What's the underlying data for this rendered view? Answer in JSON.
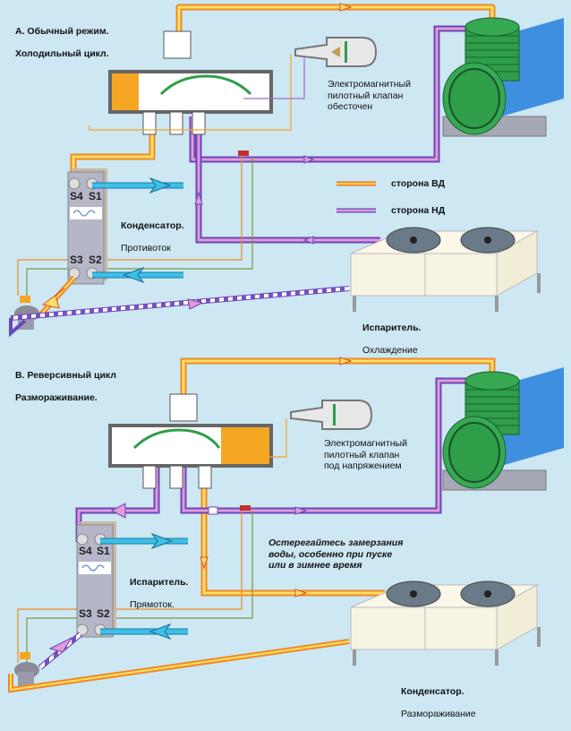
{
  "colors": {
    "background": "#cde7f3",
    "high_pressure": "#f5a623",
    "high_pressure_core": "#ffe066",
    "low_pressure": "#9b6fd0",
    "low_pressure_core": "#e29ad8",
    "water": "#3cc0e6",
    "compressor": "#2e9e48",
    "fins": "#3f8fe0",
    "condenser_unit": "#f7f4e4",
    "heat_exchanger": "#b5b6c8"
  },
  "sectionA": {
    "title_line1": "A. Обычный режим.",
    "title_line2": "Холодильный цикл.",
    "valve_label": "Электромагнитный\nпилотный клапан\nобесточен",
    "exchanger_title": "Конденсатор.",
    "exchanger_subtitle": "Противоток",
    "outdoor_title": "Испаритель.",
    "outdoor_subtitle": "Охлаждение",
    "ports": [
      "S4",
      "S1",
      "S3",
      "S2"
    ]
  },
  "legend": {
    "hp_label": "сторона ВД",
    "lp_label": "сторона НД"
  },
  "sectionB": {
    "title_line1": "B. Реверсивный цикл",
    "title_line2": "Размораживание.",
    "valve_label": "Электромагнитный\nпилотный клапан\nпод напряжением",
    "exchanger_title": "Испаритель.",
    "exchanger_subtitle": "Прямоток.",
    "warning": "Остерегайтесь замерзания\nводы, особенно при пуске\nили в зимнее время",
    "outdoor_title": "Конденсатор.",
    "outdoor_subtitle": "Размораживание",
    "ports": [
      "S4",
      "S1",
      "S3",
      "S2"
    ]
  }
}
